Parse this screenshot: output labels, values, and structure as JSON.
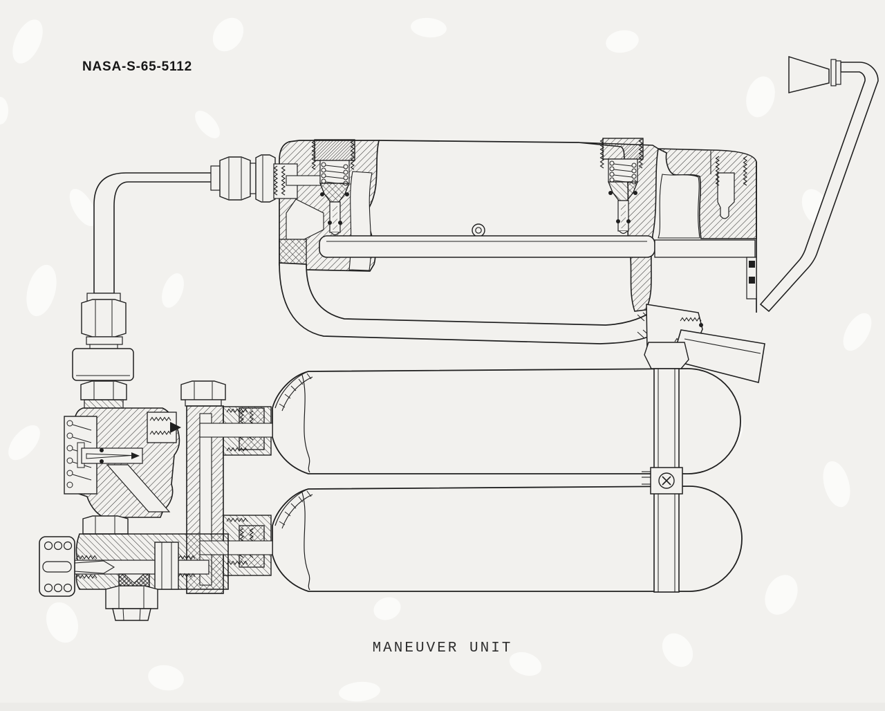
{
  "document": {
    "id_label": "NASA-S-65-5112",
    "caption": "MANEUVER UNIT"
  },
  "colors": {
    "paper": "#f2f1ee",
    "ink": "#1f1f1f"
  },
  "drawing": {
    "type": "engineering-cutaway",
    "parts": [
      "thruster-manifold",
      "check-valve-left",
      "check-valve-right",
      "end-cap-plug",
      "vent-port",
      "supply-tube-loop",
      "shutoff-valve",
      "control-lever",
      "hand-grip-tube",
      "nozzle",
      "propellant-tank-upper",
      "propellant-tank-lower",
      "tank-strap",
      "strap-clamp-screw",
      "feed-pipe",
      "coupling-nuts",
      "pressure-regulator",
      "mounting-flange-plate",
      "filter-fitting",
      "manifold-standpipe"
    ]
  }
}
